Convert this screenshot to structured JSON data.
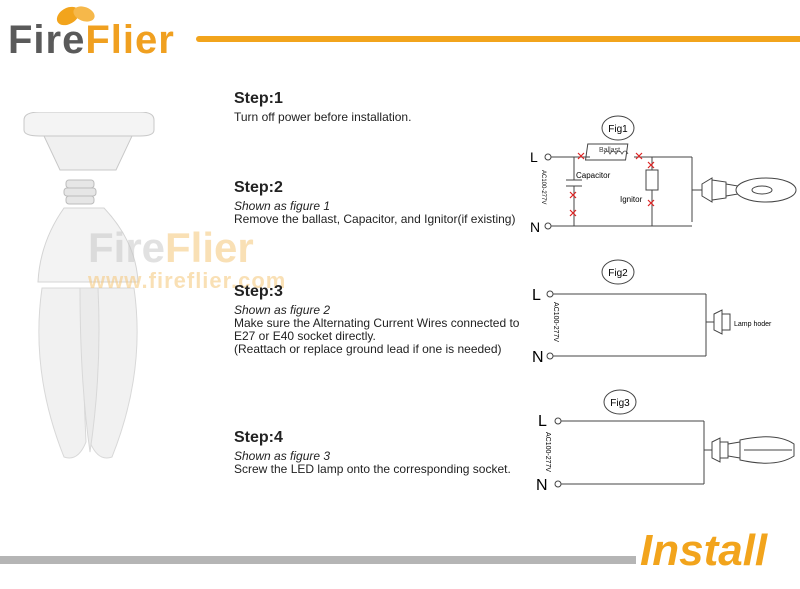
{
  "brand": {
    "part1": "Fire",
    "part2": "Flier",
    "watermark_url": "www.fireflier.com",
    "accent_color": "#f2a41c",
    "rule_gray": "#b5b5b5"
  },
  "footer": {
    "title": "Install"
  },
  "steps": [
    {
      "title": "Step:1",
      "lines": [
        "Turn off  power before installation."
      ]
    },
    {
      "title": "Step:2",
      "subtitle": "Shown as figure 1",
      "lines": [
        "Remove the ballast, Capacitor, and Ignitor(if existing)"
      ]
    },
    {
      "title": "Step:3",
      "subtitle": "Shown as figure 2",
      "lines": [
        "Make sure the Alternating Current Wires connected to",
        "E27 or E40 socket directly.",
        "(Reattach or replace ground lead if one is needed)"
      ]
    },
    {
      "title": "Step:4",
      "subtitle": "Shown as figure 3",
      "lines": [
        "Screw the LED lamp onto the corresponding socket."
      ]
    }
  ],
  "figures": {
    "fig1": {
      "label": "Fig1",
      "line_l": "L",
      "line_n": "N",
      "voltage": "AC100-277V",
      "ballast": "Ballast",
      "capacitor": "Capacitor",
      "ignitor": "Ignitor"
    },
    "fig2": {
      "label": "Fig2",
      "line_l": "L",
      "line_n": "N",
      "voltage": "AC100-277V",
      "holder": "Lamp hoder"
    },
    "fig3": {
      "label": "Fig3",
      "line_l": "L",
      "line_n": "N",
      "voltage": "AC100-277V"
    }
  }
}
